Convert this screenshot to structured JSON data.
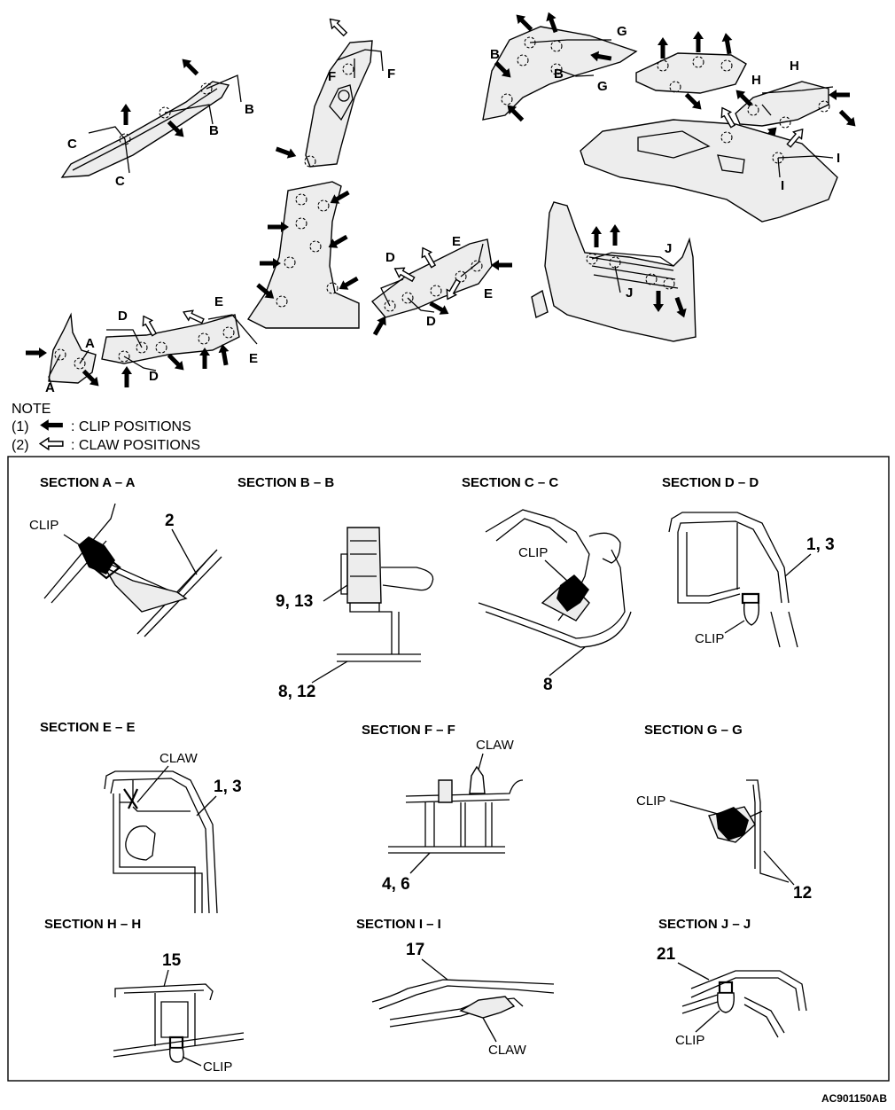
{
  "overview": {
    "section_markers": {
      "A": "A",
      "B": "B",
      "C": "C",
      "D": "D",
      "E": "E",
      "F": "F",
      "G": "G",
      "H": "H",
      "I": "I",
      "J": "J"
    }
  },
  "note": {
    "title": "NOTE",
    "items": [
      {
        "num": "(1)",
        "text": ": CLIP POSITIONS",
        "icon": "solid-arrow-icon"
      },
      {
        "num": "(2)",
        "text": ": CLAW POSITIONS",
        "icon": "hollow-arrow-icon"
      }
    ]
  },
  "sections": {
    "aa": {
      "title": "SECTION A – A",
      "label": "CLIP",
      "part": "2"
    },
    "bb": {
      "title": "SECTION B – B",
      "part_top": "9, 13",
      "part_bottom": "8, 12"
    },
    "cc": {
      "title": "SECTION C – C",
      "label": "CLIP",
      "part": "8"
    },
    "dd": {
      "title": "SECTION D – D",
      "label": "CLIP",
      "part": "1, 3"
    },
    "ee": {
      "title": "SECTION E – E",
      "label": "CLAW",
      "part": "1, 3"
    },
    "ff": {
      "title": "SECTION F – F",
      "label": "CLAW",
      "part": "4, 6"
    },
    "gg": {
      "title": "SECTION G – G",
      "label": "CLIP",
      "part": "12"
    },
    "hh": {
      "title": "SECTION H – H",
      "label": "CLIP",
      "part": "15"
    },
    "ii": {
      "title": "SECTION I – I",
      "label": "CLAW",
      "part": "17"
    },
    "jj": {
      "title": "SECTION J – J",
      "label": "CLIP",
      "part": "21"
    }
  },
  "figure_id": "AC901150AB"
}
